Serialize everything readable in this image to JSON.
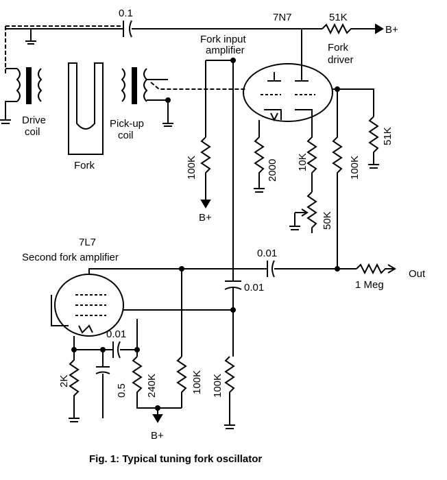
{
  "figure": {
    "caption": "Fig. 1: Typical tuning fork oscillator"
  },
  "labels": {
    "tube_top": "7N7",
    "tube_top_role_1": "Fork input",
    "tube_top_role_2": "amplifier",
    "tube_bottom": "7L7",
    "tube_bottom_role": "Second fork amplifier",
    "fork_driver_1": "Fork",
    "fork_driver_2": "driver",
    "drive_coil_1": "Drive",
    "drive_coil_2": "coil",
    "pickup_coil_1": "Pick-up",
    "pickup_coil_2": "coil",
    "fork": "Fork",
    "out": "Out",
    "bplus": "B+"
  },
  "components": {
    "c_top": "0.1",
    "r_driver": "51K",
    "r_in_bias": "100K",
    "r_cathode": "2000",
    "r_cathode2": "10K",
    "pot": "50K",
    "r_plate": "100K",
    "r_load": "51K",
    "c_couple": "0.01",
    "c_bypass": "0.01",
    "r_out": "1 Meg",
    "c_cath": "0.01",
    "c_cath2": "0.5",
    "r_2k": "2K",
    "r_240k": "240K",
    "r_100k_a": "100K",
    "r_100k_b": "100K"
  }
}
